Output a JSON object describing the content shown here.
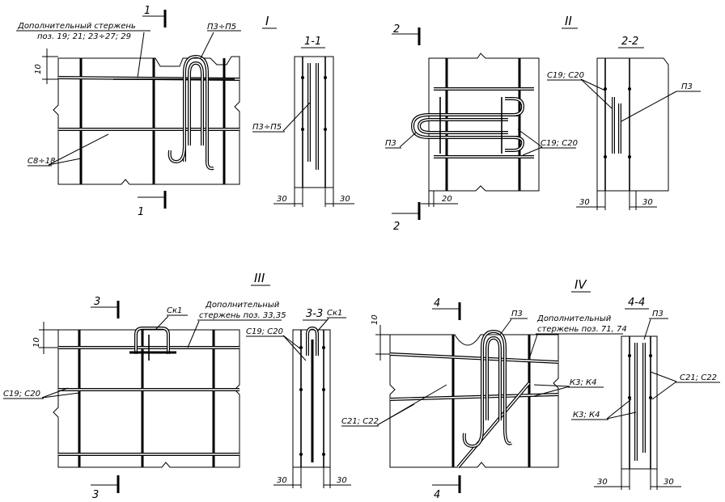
{
  "view1": {
    "roman": "I",
    "note_line1": "Дополнительный стержень",
    "note_line2": "поз. 19; 21; 23÷27; 29",
    "loop_label": "П3÷П5",
    "mesh_label": "С8÷18",
    "dim": "10",
    "cut_num": "1"
  },
  "section1": {
    "title": "1-1",
    "label": "П3÷П5",
    "dim_left": "30",
    "dim_right": "30"
  },
  "view2": {
    "roman": "II",
    "cut_num": "2",
    "loop_label": "П3",
    "mesh_label": "С19; С20",
    "dim": "20"
  },
  "section2": {
    "title": "2-2",
    "mesh_label": "С19; С20",
    "loop_label": "П3",
    "dim_left": "30",
    "dim_right": "30"
  },
  "view3": {
    "roman": "III",
    "cut_num": "3",
    "clip_label": "Ск1",
    "note_line1": "Дополнительный",
    "note_line2": "стержень поз. 33,35",
    "mesh_label": "С19; С20",
    "dim": "10"
  },
  "section3": {
    "title": "3-3",
    "mesh_label": "С19; С20",
    "clip_label": "Ск1",
    "dim_left": "30",
    "dim_right": "30"
  },
  "view4": {
    "roman": "IV",
    "cut_num": "4",
    "loop_label": "П3",
    "note_line1": "Дополнительный",
    "note_line2": "стержень поз. 71, 74",
    "frame_label": "К3; К4",
    "mesh_label": "С21; С22",
    "dim": "10"
  },
  "section4": {
    "title": "4-4",
    "loop_label": "П3",
    "mesh_label": "С21; С22",
    "frame_label": "К3; К4",
    "dim_left": "30",
    "dim_right": "30"
  }
}
